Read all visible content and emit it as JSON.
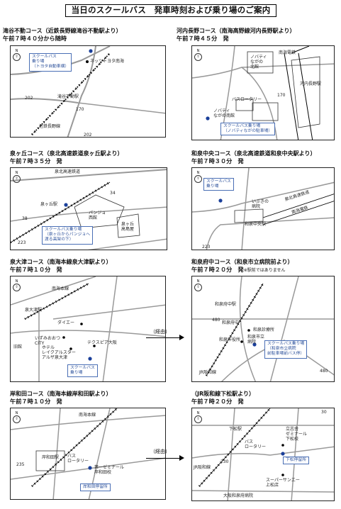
{
  "title": "当日のスクールバス　発車時刻および乗り場のご案内",
  "via": "（経由）",
  "north": "N",
  "sections": {
    "s1": {
      "course": "滝谷不動コース（近鉄長野線滝谷不動駅より）",
      "time": "午前７時４０分から随時",
      "labels": [
        "ネッツトヨタ南海",
        "滝谷不動駅",
        "近鉄長野線",
        "202",
        "170",
        "202"
      ],
      "stop": "スクールバス\n乗り場\n（トヨタ自動車横）"
    },
    "s2": {
      "course": "河内長野コース（南海高野線河内長野駅より）",
      "time": "午前７時４５分　発",
      "labels": [
        "南海電鉄",
        "ノバティ\nながの\n北館",
        "河内長野駅",
        "バスロータリー",
        "ノバティ\nながの南館",
        "170"
      ],
      "stop": "スクールバス乗り場\n（ノバティながの駐車場）"
    },
    "s3": {
      "course": "泉ヶ丘コース（泉北高速鉄道泉ヶ丘駅より）",
      "time": "午前７時３５分　発",
      "labels": [
        "泉北高速鉄道",
        "泉ヶ丘駅",
        "パンジョ\n西館",
        "泉ヶ丘\n高島屋",
        "34",
        "38",
        "223"
      ],
      "stop": "スクールバス乗り場\n（泉ヶ丘からパンジョへ\n渡る高架の下）"
    },
    "s4": {
      "course": "和泉中央コース（泉北高速鉄道和泉中央駅より）",
      "time": "午前７時３０分　発",
      "labels": [
        "いぶきの\n病院",
        "和泉中央駅",
        "泉北高速鉄道",
        "南海電鉄",
        "223"
      ],
      "stop": "スクールバス\n乗り場"
    },
    "s5": {
      "course": "泉大津コース（南海本線泉大津駅より）",
      "time": "午前７時１０分　発",
      "labels": [
        "南海本線",
        "泉大津駅",
        "ダイエー",
        "いずみおおつ\nCITY",
        "ホテル\nレイクアルスター\nアルザ泉大津",
        "テクスピア大阪",
        "旧館"
      ],
      "stop": "スクールバス\n乗り場"
    },
    "s6": {
      "course": "和泉府中コース（和泉市立病院前より）",
      "time": "午前７時２０分　発",
      "time_note": "※駅前ではありません",
      "labels": [
        "和泉府中駅",
        "和泉府中",
        "和泉診療所",
        "和泉市役所",
        "和泉市立\n病院",
        "JR阪和線",
        "480",
        "480"
      ],
      "stop": "スクールバス乗り場\n（和泉市立病院\n前駐車場前バス停）"
    },
    "s7": {
      "course": "岸和田コース（南海本線岸和田駅より）",
      "time": "午前７時１０分　発",
      "labels": [
        "南海本線",
        "岸和田駅",
        "バス\nロータリー",
        "第一ゼミナール\n岸和田校",
        "235"
      ],
      "stop": "岸和田停留所"
    },
    "s8": {
      "course": "（JR阪和線下松駅より）",
      "time": "午前７時２０分　発",
      "labels": [
        "下松駅",
        "バス\nロータリー",
        "立志舎\nゼミナール\n下松校",
        "JR阪和線",
        "スーパーサンエー\n上松店",
        "大阪和泉府病院",
        "30",
        "230"
      ],
      "stop": "下松停留所"
    }
  }
}
